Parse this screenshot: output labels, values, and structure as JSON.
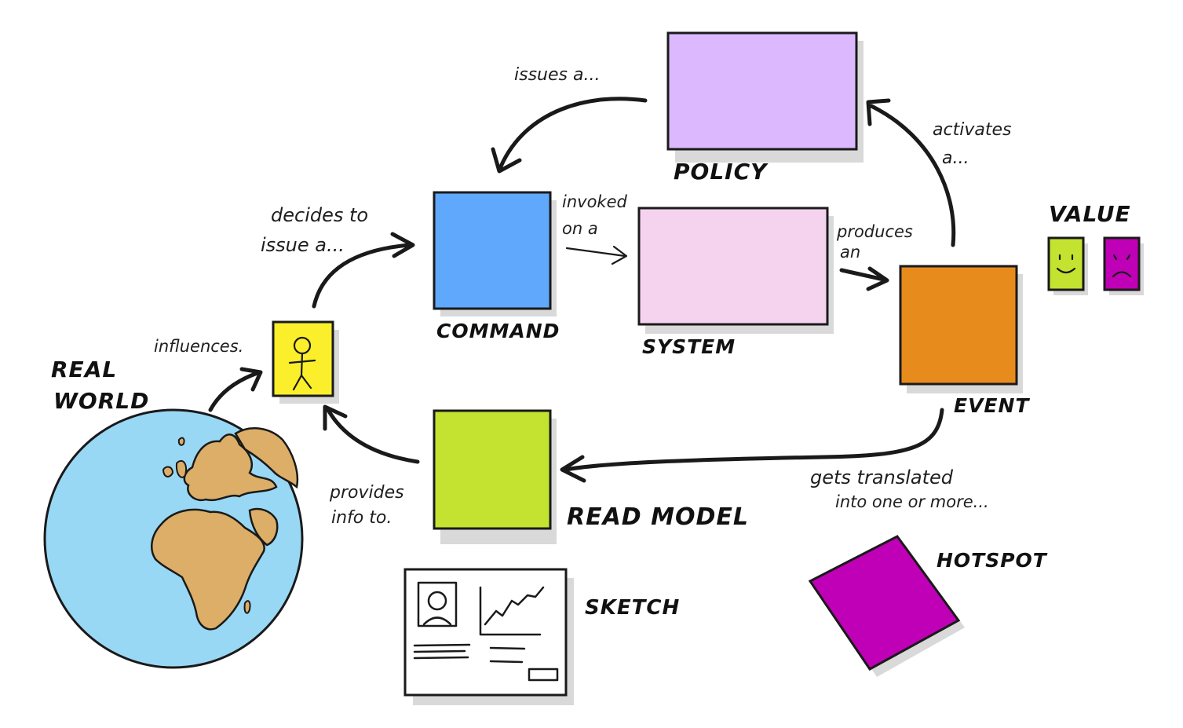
{
  "colors": {
    "policy": "#dcb9ff",
    "command": "#5fa8fb",
    "system": "#f5d3ee",
    "event": "#e88b1d",
    "read_model": "#c3e330",
    "actor": "#fbee2a",
    "value_positive": "#c3e330",
    "value_negative": "#c000b6",
    "hotspot": "#c000b6",
    "globe_ocean": "#99d8f5",
    "globe_land": "#dcae68"
  },
  "labels": {
    "policy": "POLICY",
    "command": "COMMAND",
    "system": "SYSTEM",
    "event": "EVENT",
    "read_model": "READ MODEL",
    "value": "VALUE",
    "hotspot": "HOTSPOT",
    "sketch": "SKETCH",
    "real_world": [
      "REAL",
      "WORLD"
    ]
  },
  "annotations": {
    "issues": "issues a...",
    "activates": [
      "activates",
      "a..."
    ],
    "decides": [
      "decides to",
      "issue a..."
    ],
    "invoked": [
      "invoked",
      "on a"
    ],
    "produces": [
      "produces",
      "an"
    ],
    "influences": "influences.",
    "provides": [
      "provides",
      "info to."
    ],
    "translated": [
      "gets translated",
      "into  one or more..."
    ]
  },
  "icons": {
    "actor": "stick-figure-icon",
    "globe": "globe-icon",
    "sketch": "ui-sketch-icon",
    "happy": "smiley-icon",
    "sad": "frown-icon"
  }
}
